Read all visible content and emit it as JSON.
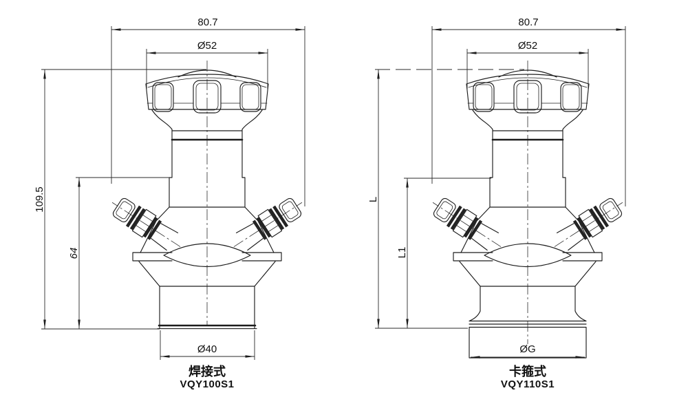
{
  "page": {
    "background": "#ffffff",
    "line_color": "#1c1c1c"
  },
  "views": [
    {
      "id": "welded",
      "caption": "焊接式",
      "model": "VQY100S1",
      "dimensions": {
        "overall_width": "80.7",
        "handwheel_diameter": "Ø52",
        "total_height": "109.5",
        "body_height": "64",
        "outlet_diameter": "Ø40"
      }
    },
    {
      "id": "clamp",
      "caption": "卡箍式",
      "model": "VQY110S1",
      "dimensions": {
        "overall_width": "80.7",
        "handwheel_diameter": "Ø52",
        "total_height": "L",
        "body_height": "L1",
        "outlet_diameter": "ØG"
      }
    }
  ]
}
